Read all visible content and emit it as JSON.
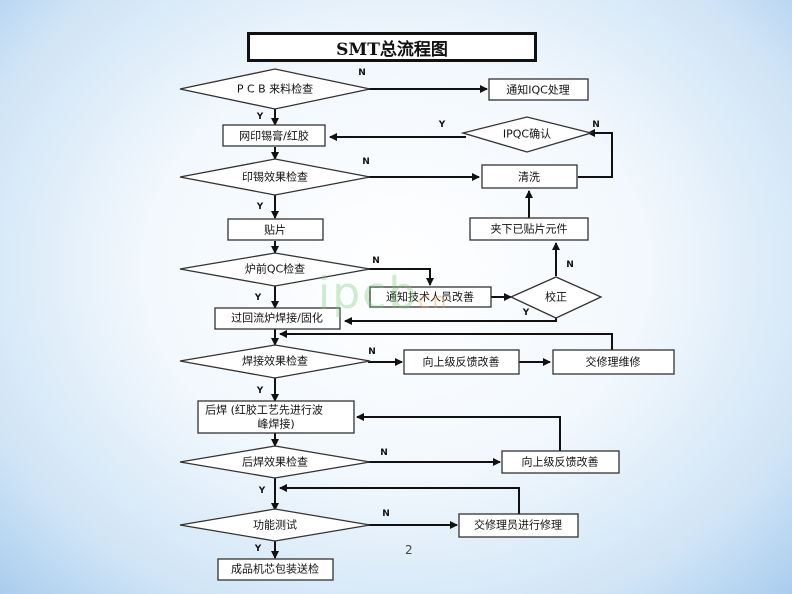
{
  "title": "SMT总流程图",
  "page_number": "2",
  "watermark": {
    "main": "ipcb",
    "suffix": "cn"
  },
  "nodes": {
    "pcb_check": "P C B 来料检查",
    "iqc": "通知IQC处理",
    "print_glue": "网印锡膏/红胶",
    "ipqc": "IPQC确认",
    "print_check": "印锡效果检查",
    "clean": "清洗",
    "mount": "贴片",
    "remove": "夹下已贴片元件",
    "pre_oven_qc": "炉前QC检查",
    "notify_tech": "通知技术人员改善",
    "correct": "校正",
    "reflow": "过回流炉焊接/固化",
    "weld_check": "焊接效果检查",
    "report_up1": "向上级反馈改善",
    "repair1": "交修理维修",
    "post_weld": [
      "后焊 (红胶工艺先进行波",
      "峰焊接)"
    ],
    "post_weld_check": "后焊效果检查",
    "report_up2": "向上级反馈改善",
    "func_test": "功能测试",
    "repair2": "交修理员进行修理",
    "final": "成品机芯包装送检"
  },
  "yes": "Y",
  "no": "N"
}
